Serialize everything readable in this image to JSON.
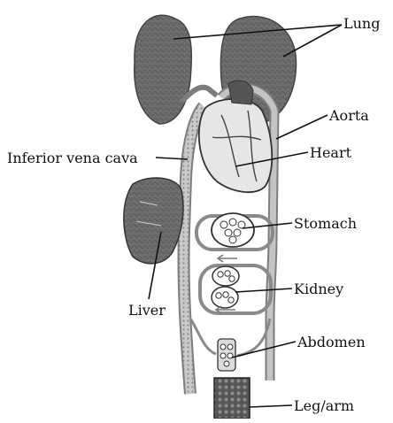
{
  "labels": {
    "lung": "Lung",
    "aorta": "Aorta",
    "heart": "Heart",
    "ivc": "Inferior vena cava",
    "stomach": "Stomach",
    "kidney": "Kidney",
    "liver": "Liver",
    "abdomen": "Abdomen",
    "limb": "Leg/arm"
  },
  "colors": {
    "organ_fill": "#6f6f6f",
    "organ_dark": "#4f4f4f",
    "vessel": "#b9b9b9",
    "vessel_edge": "#7d7d7d",
    "heart_fill": "#e4e4e4",
    "leader": "#111111"
  }
}
